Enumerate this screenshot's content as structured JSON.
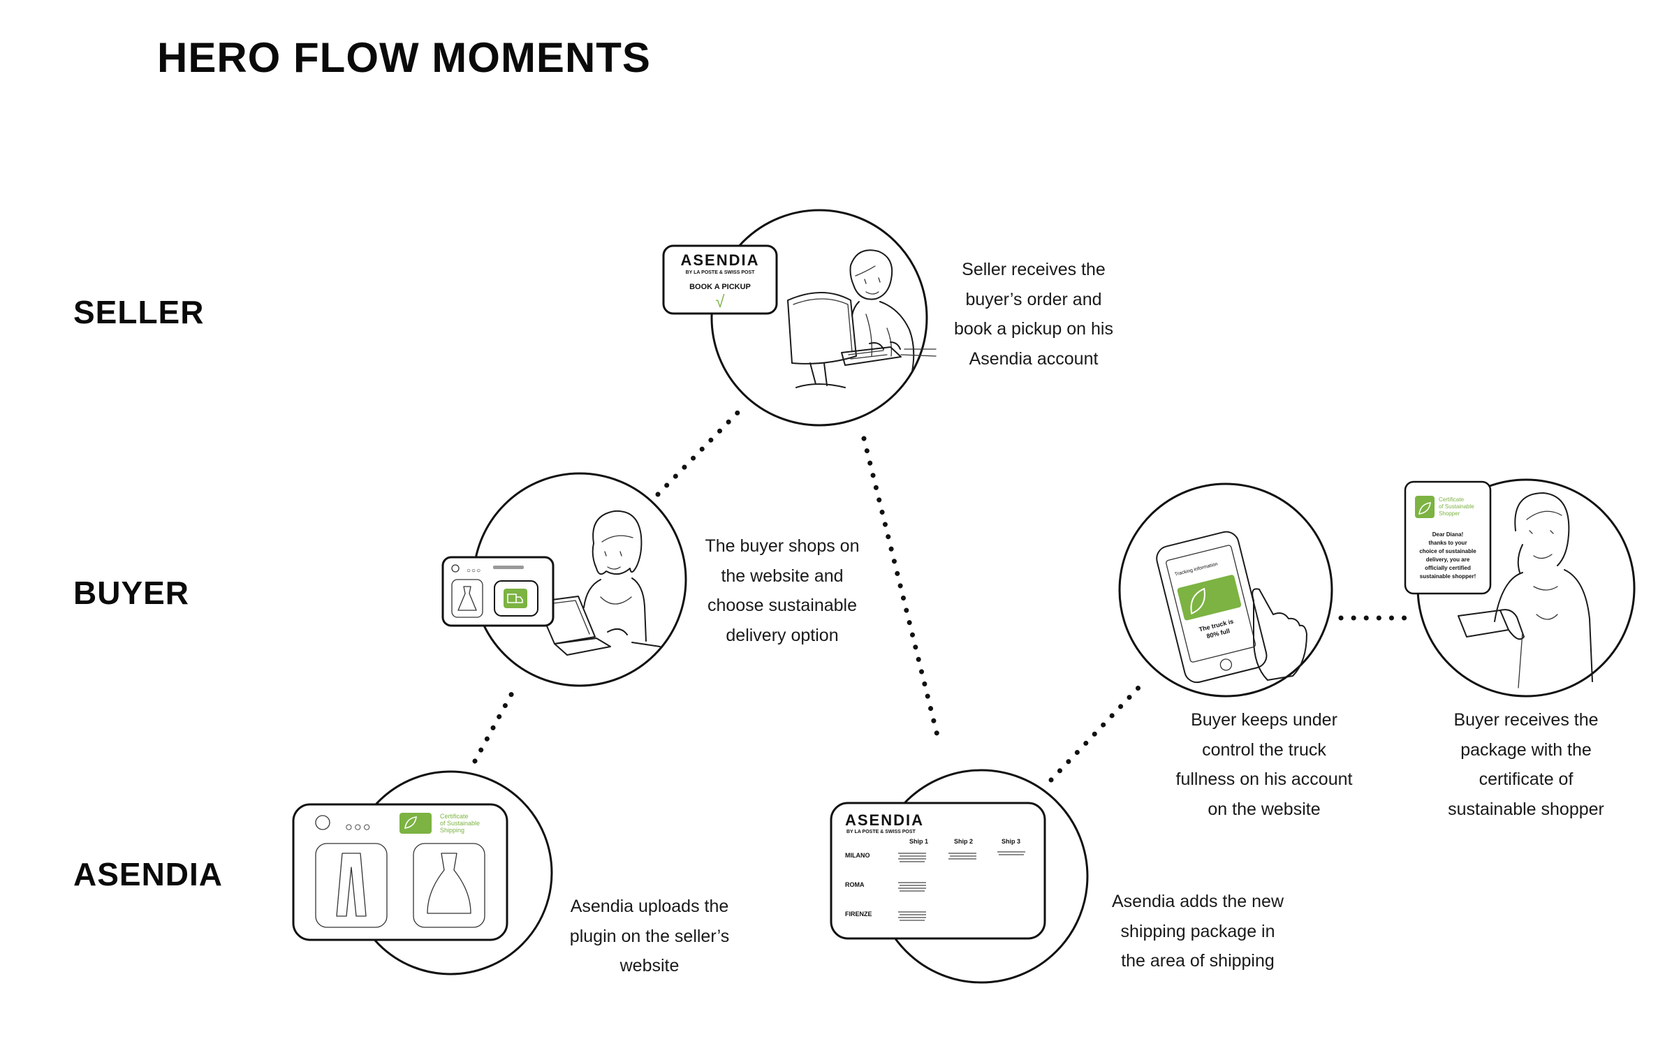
{
  "title": "HERO FLOW MOMENTS",
  "lanes": {
    "seller": "SELLER",
    "buyer": "BUYER",
    "asendia": "ASENDIA"
  },
  "steps": {
    "seller_pickup": {
      "caption": [
        "Seller receives the",
        "buyer’s order and",
        "book a pickup on his",
        "Asendia account"
      ],
      "card": {
        "brand": "ASENDIA",
        "sub": "BY LA POSTE & SWISS POST",
        "action": "BOOK A PICKUP",
        "check": "√"
      }
    },
    "buyer_shop": {
      "caption": [
        "The buyer shops on",
        "the website and",
        "choose sustainable",
        "delivery option"
      ],
      "card": {
        "dots": "○○○"
      }
    },
    "asendia_plugin": {
      "caption": [
        "Asendia uploads the",
        "plugin on the seller’s",
        "website"
      ],
      "card": {
        "dots": "○○○",
        "cert": [
          "Certificate",
          "of Sustainable",
          "Shipping"
        ]
      }
    },
    "asendia_package": {
      "caption": [
        "Asendia adds the new",
        "shipping package in",
        "the area of shipping"
      ],
      "card": {
        "brand": "ASENDIA",
        "sub": "BY LA POSTE & SWISS POST",
        "columns": [
          "Ship 1",
          "Ship 2",
          "Ship 3"
        ],
        "rows": [
          "MILANO",
          "ROMA",
          "FIRENZE"
        ]
      }
    },
    "buyer_track": {
      "caption": [
        "Buyer keeps under",
        "control the truck",
        "fullness on his account",
        "on the website"
      ],
      "phone": {
        "header": "Tracking information",
        "status": [
          "The truck is",
          "80% full"
        ]
      }
    },
    "buyer_receive": {
      "caption": [
        "Buyer receives the",
        "package with the",
        "certificate of",
        "sustainable shopper"
      ],
      "card": {
        "cert": [
          "Certificate",
          "of Sustainable",
          "Shopper"
        ],
        "message": [
          "Dear Diana!",
          "thanks to your",
          "choice of sustainable",
          "delivery, you are",
          "officially certified",
          "sustainable shopper!"
        ]
      }
    }
  },
  "colors": {
    "accent": "#7cb342",
    "ink": "#111111"
  },
  "icons": [
    "leaf-icon",
    "truck-icon",
    "check-icon",
    "radio-icon"
  ]
}
